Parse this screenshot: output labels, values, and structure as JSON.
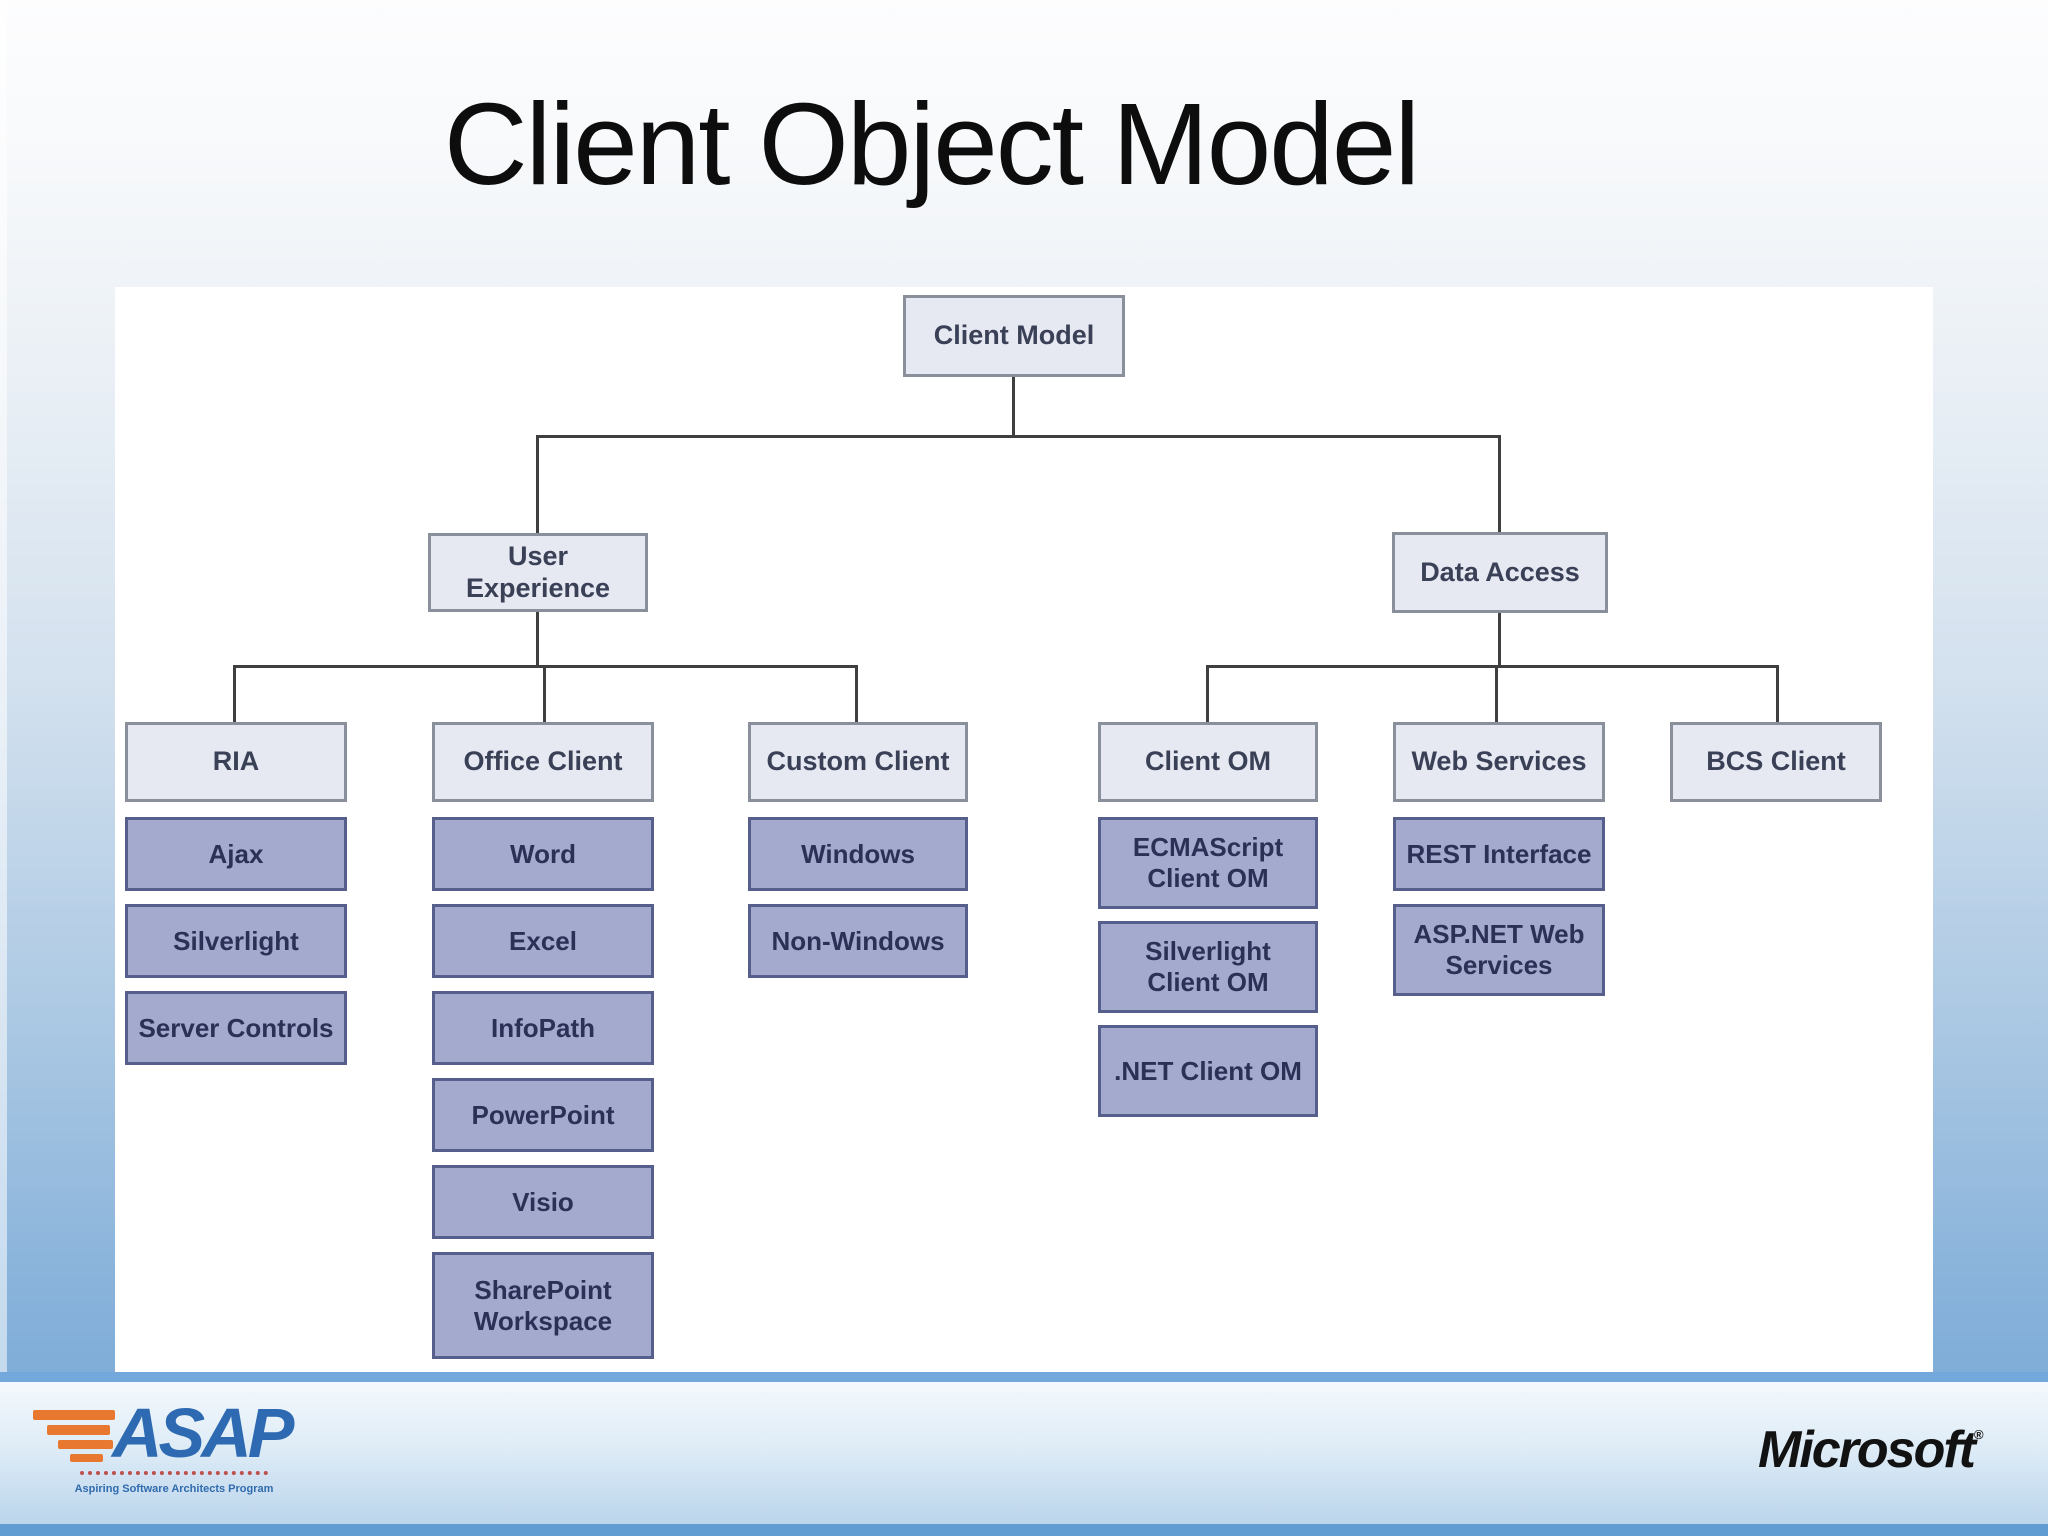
{
  "slide": {
    "title": "Client Object Model"
  },
  "diagram": {
    "root": "Client Model",
    "branches": [
      {
        "label": "User Experience",
        "columns": [
          {
            "header": "RIA",
            "children": [
              "Ajax",
              "Silverlight",
              "Server Controls"
            ]
          },
          {
            "header": "Office Client",
            "children": [
              "Word",
              "Excel",
              "InfoPath",
              "PowerPoint",
              "Visio",
              "SharePoint Workspace"
            ]
          },
          {
            "header": "Custom Client",
            "children": [
              "Windows",
              "Non-Windows"
            ]
          }
        ]
      },
      {
        "label": "Data Access",
        "columns": [
          {
            "header": "Client OM",
            "children": [
              "ECMAScript Client OM",
              "Silverlight Client OM",
              ".NET Client OM"
            ]
          },
          {
            "header": "Web Services",
            "children": [
              "REST Interface",
              "ASP.NET Web Services"
            ]
          },
          {
            "header": "BCS Client",
            "children": []
          }
        ]
      }
    ]
  },
  "footer": {
    "asap_logo": {
      "text": "ASAP",
      "tagline": "Aspiring Software Architects Program"
    },
    "microsoft_logo": {
      "text": "Microsoft",
      "mark": "®"
    }
  },
  "colors": {
    "header_box_fill": "#e6e8f2",
    "header_box_border": "#8a8f9c",
    "child_box_fill": "#a3aacd",
    "child_box_border": "#565e8c",
    "connector_line": "#3f3f3f",
    "title_text": "#0d0d0d",
    "asap_blue": "#2d6ab2",
    "asap_orange": "#e8782f",
    "footer_band_blue": "#72a8dc",
    "microsoft_black": "#121212"
  }
}
